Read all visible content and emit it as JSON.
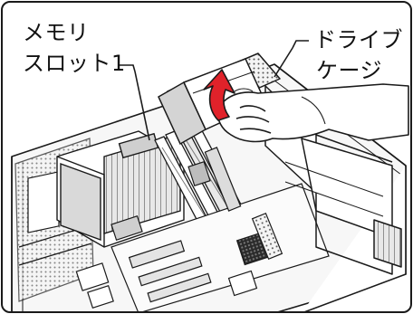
{
  "labels": {
    "memory_slot_line1": "メモリ",
    "memory_slot_line2": "スロット1",
    "drive_cage_line1": "ドライブ",
    "drive_cage_line2": "ケージ"
  },
  "colors": {
    "line": "#1a1a1a",
    "arrow_fill": "#e0222a",
    "shade": "#cfcfcf",
    "dark": "#3a3a3a"
  },
  "icons": {
    "lift_arrow": "curved-up-arrow-icon",
    "hand": "hand-illustration"
  }
}
